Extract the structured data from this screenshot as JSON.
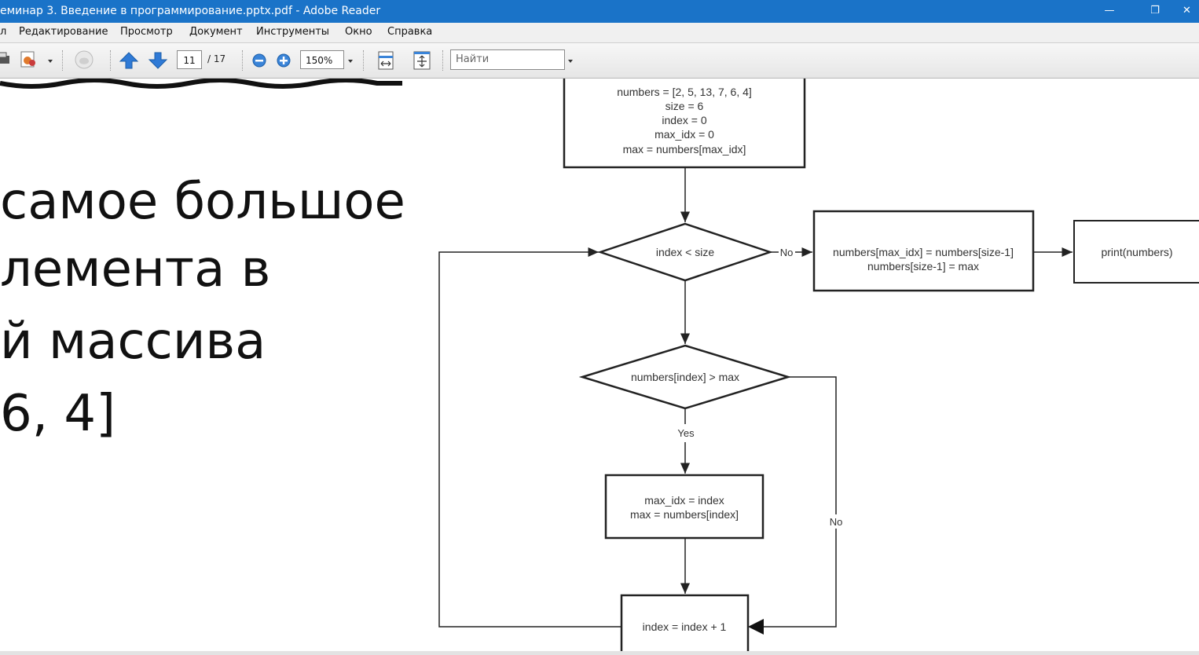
{
  "window": {
    "title": "еминар 3. Введение в программирование.pptx.pdf - Adobe Reader",
    "minimize_glyph": "—",
    "restore_glyph": "❐",
    "close_glyph": "✕"
  },
  "menu": [
    "л",
    "Редактирование",
    "Просмотр",
    "Документ",
    "Инструменты",
    "Окно",
    "Справка"
  ],
  "toolbar": {
    "current_page": "11",
    "page_total": "/ 17",
    "zoom": "150%",
    "find_placeholder": "Найти"
  },
  "slide": {
    "lines": [
      "самое большое",
      "лемента в",
      "й массива",
      "6, 4]"
    ]
  },
  "flowchart": {
    "init": [
      "numbers = [2, 5, 13, 7, 6, 4]",
      "size = 6",
      "index = 0",
      "max_idx = 0",
      "max = numbers[max_idx]"
    ],
    "cond1": "index < size",
    "cond1_no": "No",
    "swap": [
      "numbers[max_idx] = numbers[size-1]",
      "numbers[size-1] = max"
    ],
    "print": "print(numbers)",
    "cond2": "numbers[index] > max",
    "cond2_yes": "Yes",
    "cond2_no": "No",
    "update": [
      "max_idx = index",
      "max = numbers[index]"
    ],
    "increment": "index = index + 1"
  }
}
